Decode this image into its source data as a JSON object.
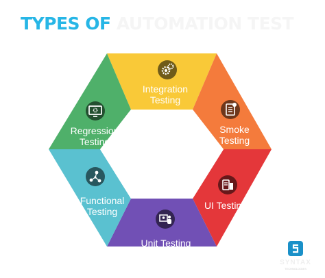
{
  "title": {
    "part1": "TYPES OF",
    "part2": "AUTOMATION TEST"
  },
  "segments": [
    {
      "label_line1": "Integration",
      "label_line2": "Testing",
      "color": "#f9c938",
      "icon": "gears-icon"
    },
    {
      "label_line1": "Smoke",
      "label_line2": "Testing",
      "color": "#f47b3c",
      "icon": "smoke-checklist-icon"
    },
    {
      "label_line1": "UI Testing",
      "label_line2": "",
      "color": "#e4373a",
      "icon": "ui-app-icon"
    },
    {
      "label_line1": "Unit Testing",
      "label_line2": "",
      "color": "#7150b5",
      "icon": "unit-user-icon"
    },
    {
      "label_line1": "Functional",
      "label_line2": "Testing",
      "color": "#5ac1d0",
      "icon": "network-icon"
    },
    {
      "label_line1": "Regression",
      "label_line2": "Testing",
      "color": "#4fb06a",
      "icon": "monitor-gear-icon"
    }
  ],
  "logo": {
    "name": "SYNTAX",
    "tagline": "TECHNOLOGIES",
    "color": "#1a90c8",
    "icon": "syntax-logo-icon"
  }
}
